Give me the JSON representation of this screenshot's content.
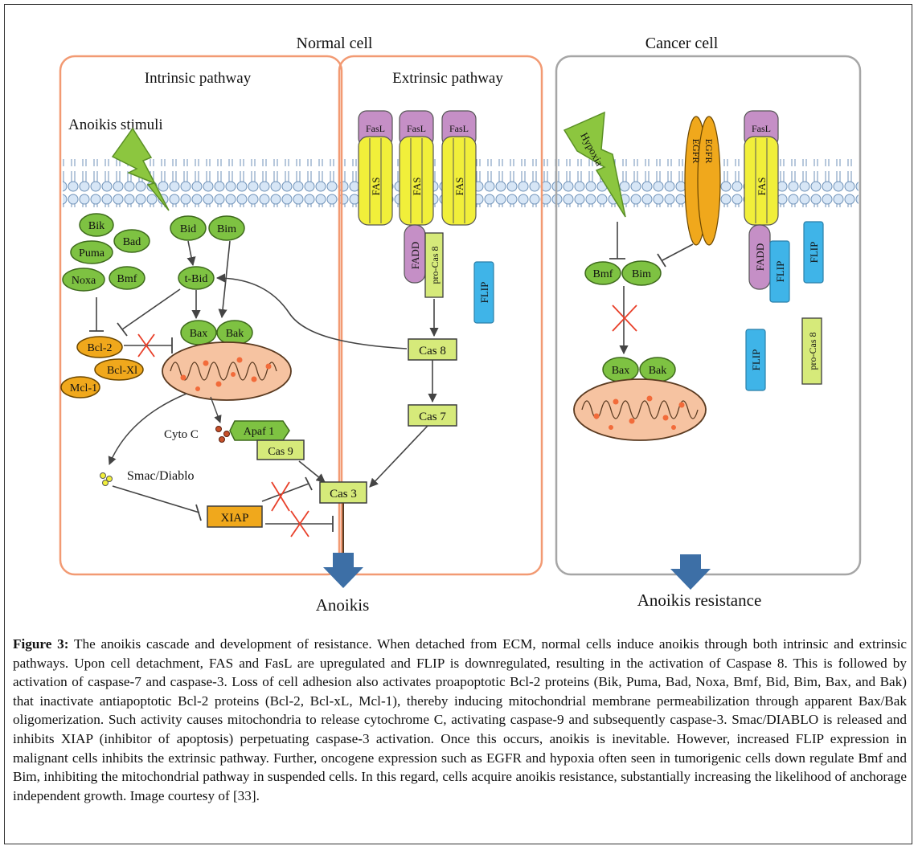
{
  "headers": {
    "normal": "Normal cell",
    "cancer": "Cancer cell",
    "intrinsic": "Intrinsic pathway",
    "extrinsic": "Extrinsic pathway",
    "anoikis_stimuli": "Anoikis stimuli",
    "hypoxia": "Hypoxia"
  },
  "proteins": {
    "bik": "Bik",
    "bad": "Bad",
    "puma": "Puma",
    "noxa": "Noxa",
    "bmf": "Bmf",
    "bid": "Bid",
    "bim": "Bim",
    "tbid": "t-Bid",
    "bax": "Bax",
    "bak": "Bak",
    "bcl2": "Bcl-2",
    "bclxl": "Bcl-Xl",
    "mcl1": "Mcl-1",
    "fasl": "FasL",
    "fas": "FAS",
    "fadd": "FADD",
    "procas8": "pro-Cas 8",
    "flip": "FLIP",
    "cas8": "Cas 8",
    "cas7": "Cas 7",
    "cas9": "Cas 9",
    "cas3": "Cas 3",
    "apaf1": "Apaf 1",
    "cytoc": "Cyto C",
    "smac": "Smac/Diablo",
    "xiap": "XIAP",
    "egfr": "EGFR"
  },
  "outcomes": {
    "anoikis": "Anoikis",
    "resistance": "Anoikis resistance"
  },
  "caption": {
    "label": "Figure 3:",
    "text": " The anoikis cascade and development of resistance. When detached from ECM, normal cells induce anoikis through both intrinsic and extrinsic pathways. Upon cell detachment, FAS and FasL are upregulated and FLIP is downregulated, resulting in the activation of Caspase 8. This is followed by activation of caspase-7 and caspase-3. Loss of cell adhesion also activates proapoptotic Bcl-2 proteins (Bik, Puma, Bad, Noxa, Bmf, Bid, Bim, Bax, and Bak) that inactivate antiapoptotic Bcl-2 proteins (Bcl-2, Bcl-xL, Mcl-1), thereby inducing mitochondrial membrane permeabilization through apparent Bax/Bak oligomerization. Such activity causes mitochondria to release cytochrome C, activating caspase-9 and subsequently caspase-3. Smac/DIABLO is released and inhibits XIAP (inhibitor of apoptosis) perpetuating caspase-3 activation. Once this occurs, anoikis is inevitable. However, increased FLIP expression in malignant cells inhibits the extrinsic pathway. Further, oncogene expression such as EGFR and hypoxia often seen in tumorigenic cells down regulate Bmf and Bim, inhibiting the mitochondrial pathway in suspended cells. In this regard, cells acquire anoikis resistance, substantially increasing the likelihood of anchorage independent growth. Image courtesy of [33]."
  },
  "colors": {
    "green": "#7ec242",
    "yellow": "#f1ef3a",
    "orange": "#f0a81c",
    "purple": "#c58fc6",
    "blue": "#3fb4e8",
    "cas_box": "#d6ea7a",
    "mito": "#f6c3a1",
    "arrow_blue": "#3d6fa6",
    "normal_border": "#f29a73",
    "cancer_border": "#a6a6a6",
    "red_x": "#e8402a"
  }
}
